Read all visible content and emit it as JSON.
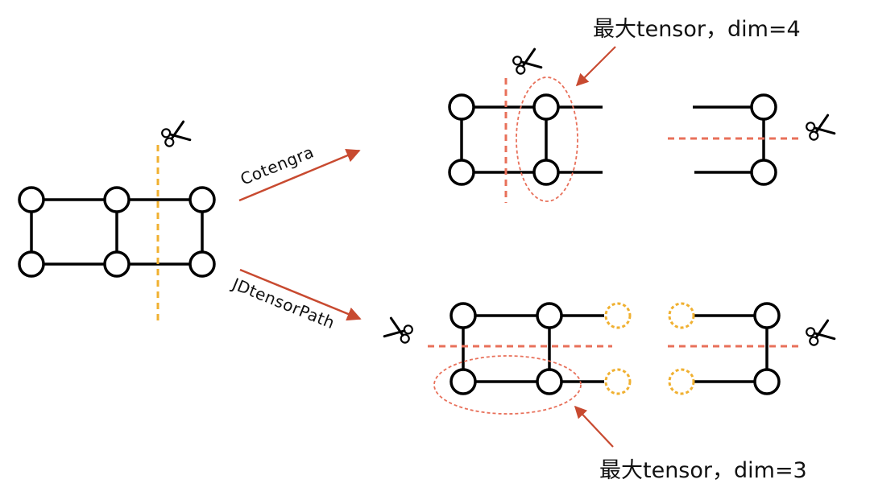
{
  "labels": {
    "top_annotation": "最大tensor，dim=4",
    "bottom_annotation": "最大tensor，dim=3",
    "arrow_upper": "Cotengra",
    "arrow_lower": "JDtensorPath"
  },
  "icons": {
    "cut": "scissors-icon"
  },
  "colors": {
    "edge": "#000000",
    "node_fill": "#ffffff",
    "cut_left": "#f0b030",
    "cut_right": "#e8705a",
    "arrow": "#c84a30",
    "placeholder_node": "#f0b030",
    "ellipse": "#e8705a",
    "text": "#111111"
  }
}
